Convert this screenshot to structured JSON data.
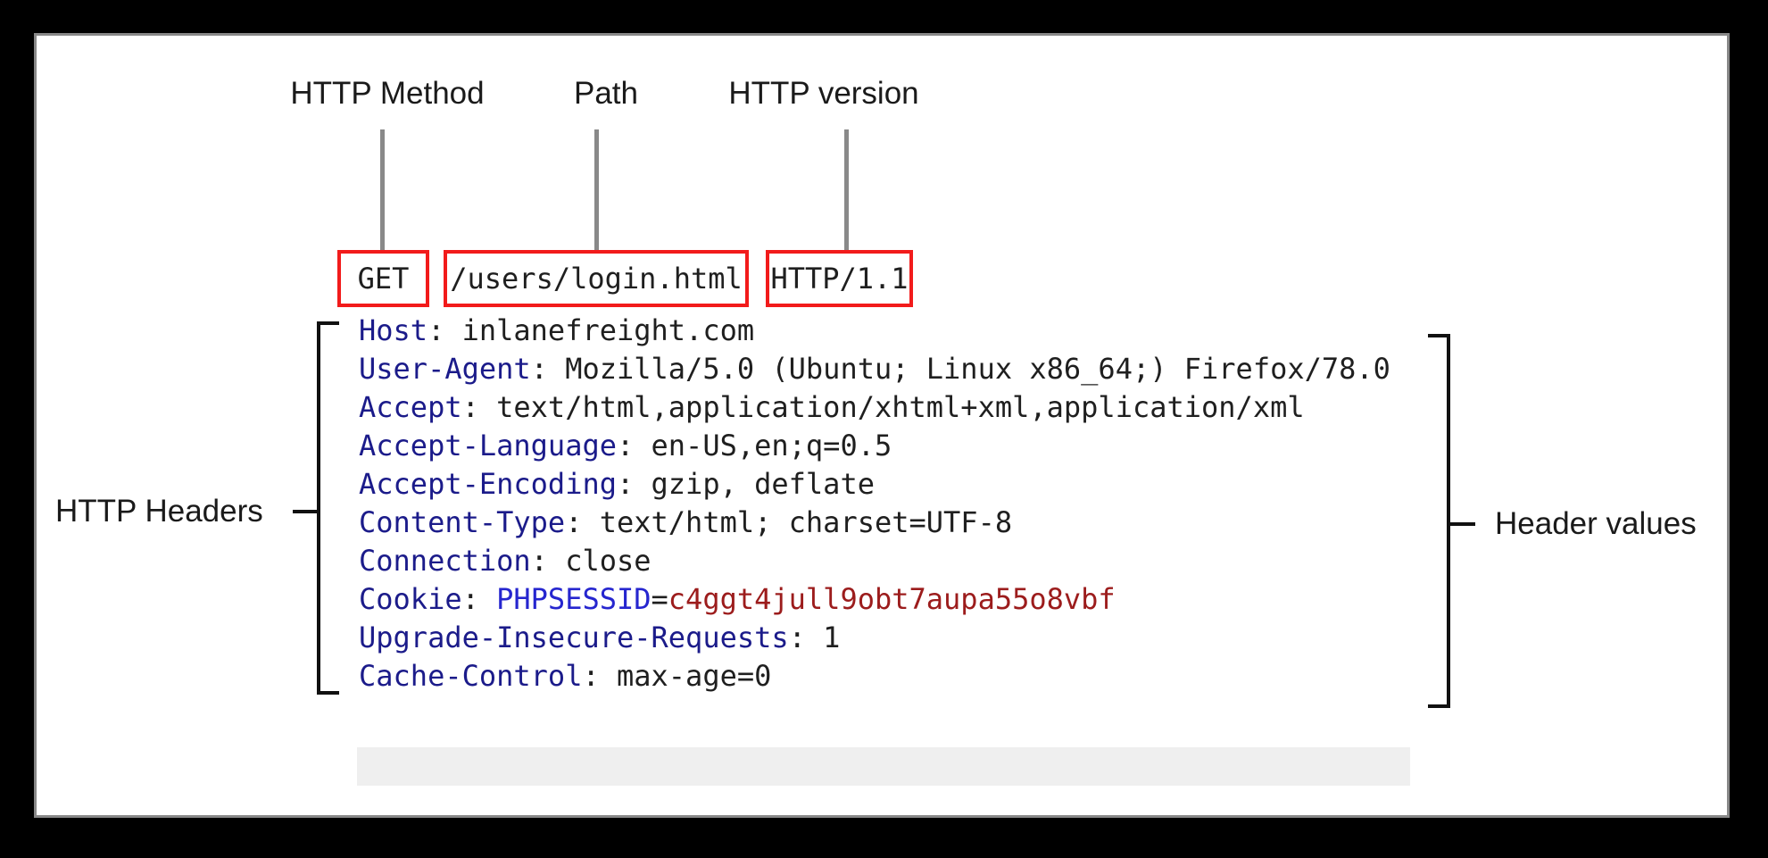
{
  "colors": {
    "page_frame": "#000000",
    "canvas_border": "#888888",
    "canvas_bg": "#ffffff",
    "label_text": "#1a1a1a",
    "pointer_line": "#898989",
    "highlight_box_border": "#f21b1b",
    "code_text": "#1f1f1f",
    "header_name": "#1b1b8a",
    "cookie_key": "#2626cf",
    "cookie_value": "#9c1c1c",
    "bracket": "#111111",
    "body_placeholder": "#efefef"
  },
  "annotations": {
    "method_label": "HTTP Method",
    "path_label": "Path",
    "version_label": "HTTP version",
    "headers_label": "HTTP Headers",
    "values_label": "Header values"
  },
  "request_line": {
    "method": "GET",
    "path": "/users/login.html",
    "version": "HTTP/1.1"
  },
  "separator": ": ",
  "headers": [
    {
      "name": "Host",
      "value": "inlanefreight.com"
    },
    {
      "name": "User-Agent",
      "value": "Mozilla/5.0 (Ubuntu; Linux x86_64;) Firefox/78.0"
    },
    {
      "name": "Accept",
      "value": "text/html,application/xhtml+xml,application/xml"
    },
    {
      "name": "Accept-Language",
      "value": "en-US,en;q=0.5"
    },
    {
      "name": "Accept-Encoding",
      "value": "gzip, deflate"
    },
    {
      "name": "Content-Type",
      "value": "text/html; charset=UTF-8"
    },
    {
      "name": "Connection",
      "value": "close"
    },
    {
      "name": "Cookie",
      "parts": {
        "key": "PHPSESSID",
        "equals": "=",
        "value": "c4ggt4jull9obt7aupa55o8vbf"
      }
    },
    {
      "name": "Upgrade-Insecure-Requests",
      "value": "1"
    },
    {
      "name": "Cache-Control",
      "value": "max-age=0"
    }
  ]
}
